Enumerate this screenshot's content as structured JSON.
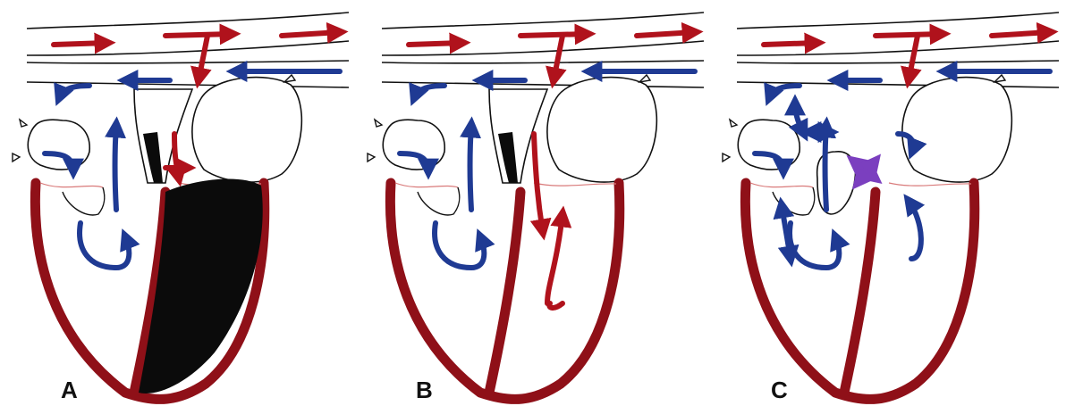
{
  "panels": [
    {
      "label": "A",
      "variant": "a"
    },
    {
      "label": "B",
      "variant": "b"
    },
    {
      "label": "C",
      "variant": "c"
    }
  ],
  "colors": {
    "oxygenated": "#b0121c",
    "deoxygenated": "#1f3a93",
    "mixed": "#7b3fbf",
    "myocardium": "#8f1018",
    "outline": "#111111",
    "filled_chamber": "#0b0b0b"
  }
}
